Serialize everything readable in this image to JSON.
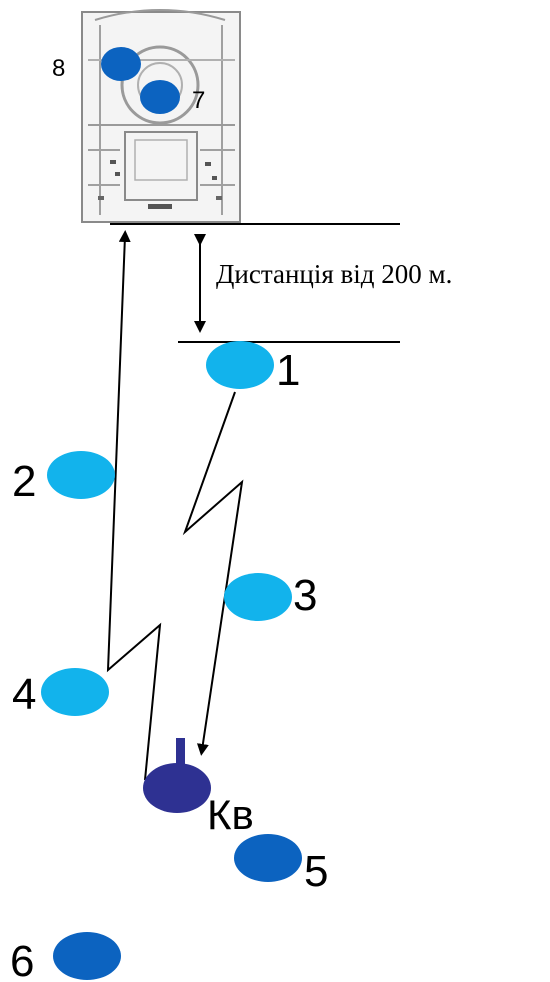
{
  "distance_label": "Дистанція від 200 м.",
  "colors": {
    "light_blue": "#12b3ec",
    "dark_blue": "#0c63c0",
    "navy": "#2e3192",
    "line": "#000000",
    "building_fill": "#f4f4f4",
    "building_stroke": "#8a8a8a"
  },
  "points": [
    {
      "label": "1",
      "color": "light_blue"
    },
    {
      "label": "2",
      "color": "light_blue"
    },
    {
      "label": "3",
      "color": "light_blue"
    },
    {
      "label": "4",
      "color": "light_blue"
    },
    {
      "label": "5",
      "color": "dark_blue"
    },
    {
      "label": "6",
      "color": "dark_blue"
    },
    {
      "label": "7",
      "color": "dark_blue"
    },
    {
      "label": "8",
      "color": "dark_blue"
    }
  ],
  "command_post": {
    "label": "Кв",
    "color": "navy"
  },
  "building": {
    "icon": "building-plan-icon"
  }
}
